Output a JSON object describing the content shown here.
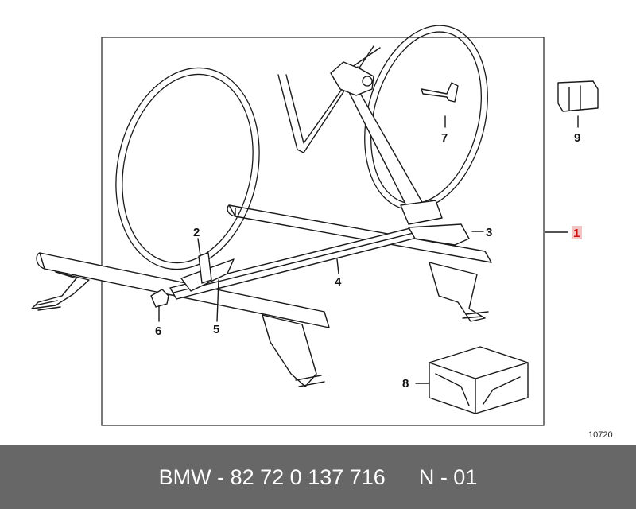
{
  "callouts": [
    {
      "label": "1"
    },
    {
      "label": "2"
    },
    {
      "label": "3"
    },
    {
      "label": "4"
    },
    {
      "label": "5"
    },
    {
      "label": "6"
    },
    {
      "label": "7"
    },
    {
      "label": "8"
    },
    {
      "label": "9"
    }
  ],
  "reference_code": "10720",
  "footer": {
    "part_number": "BMW - 82 72 0 137 716",
    "page": "N - 01",
    "background": "#676767",
    "text_color": "#ffffff"
  },
  "highlight_color": "#d01010"
}
